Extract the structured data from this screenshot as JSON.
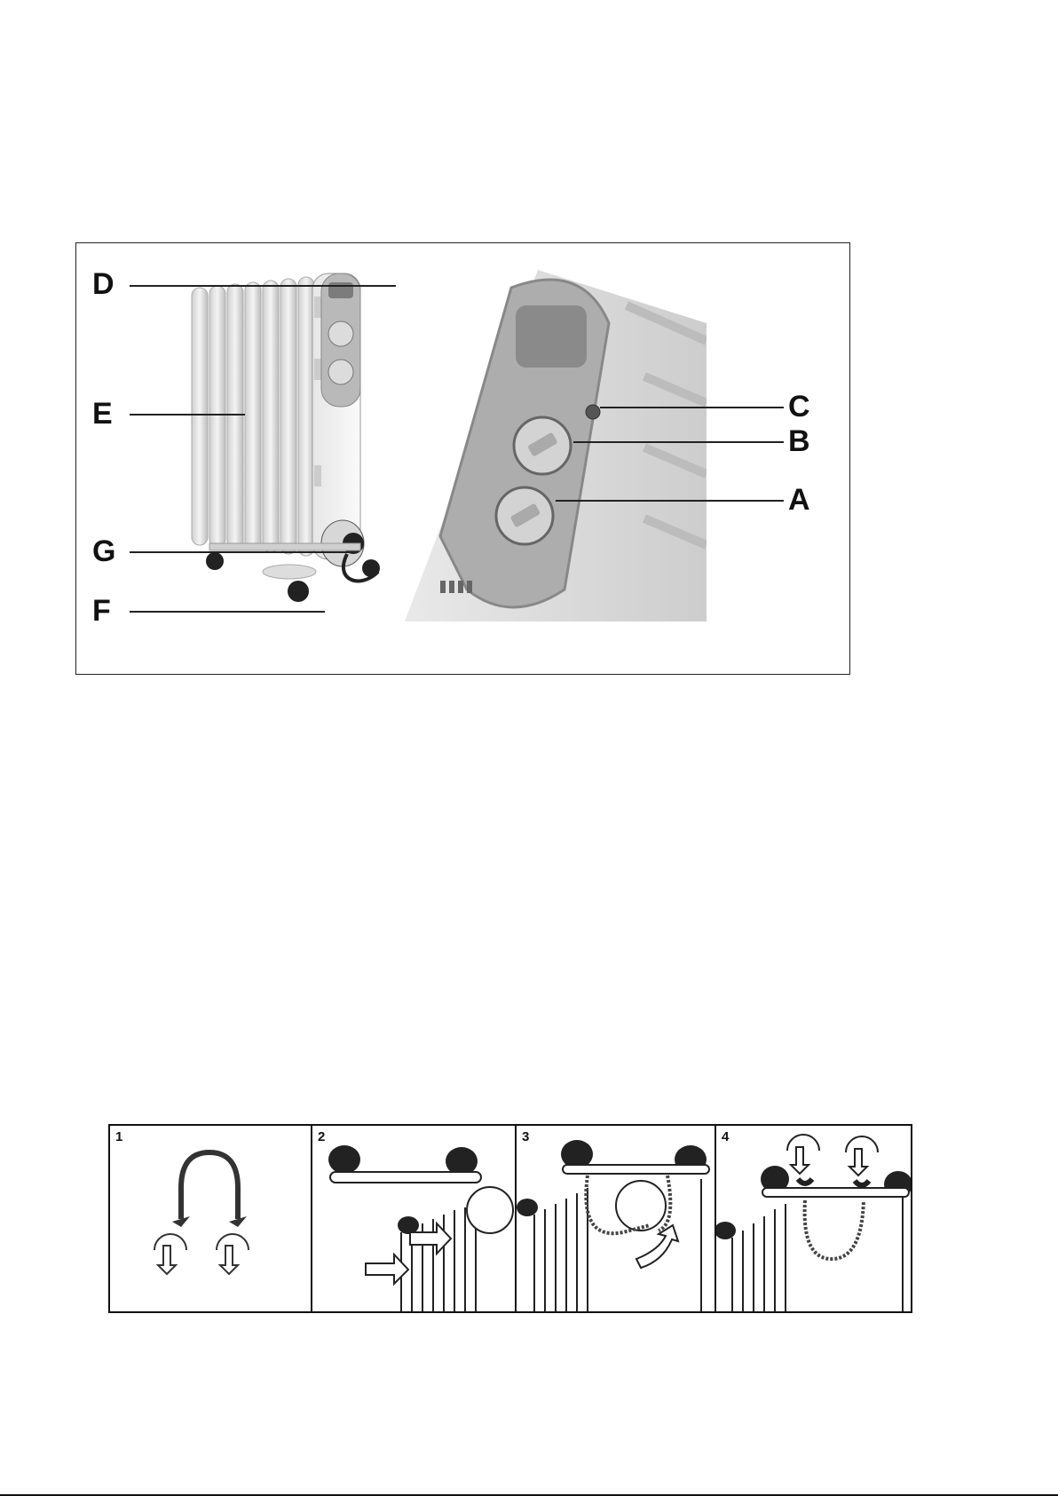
{
  "figure1": {
    "callouts": {
      "A": "A",
      "B": "B",
      "C": "C",
      "D": "D",
      "E": "E",
      "F": "F",
      "G": "G"
    }
  },
  "figure2": {
    "steps": [
      {
        "number": "1"
      },
      {
        "number": "2"
      },
      {
        "number": "3"
      },
      {
        "number": "4"
      }
    ]
  }
}
